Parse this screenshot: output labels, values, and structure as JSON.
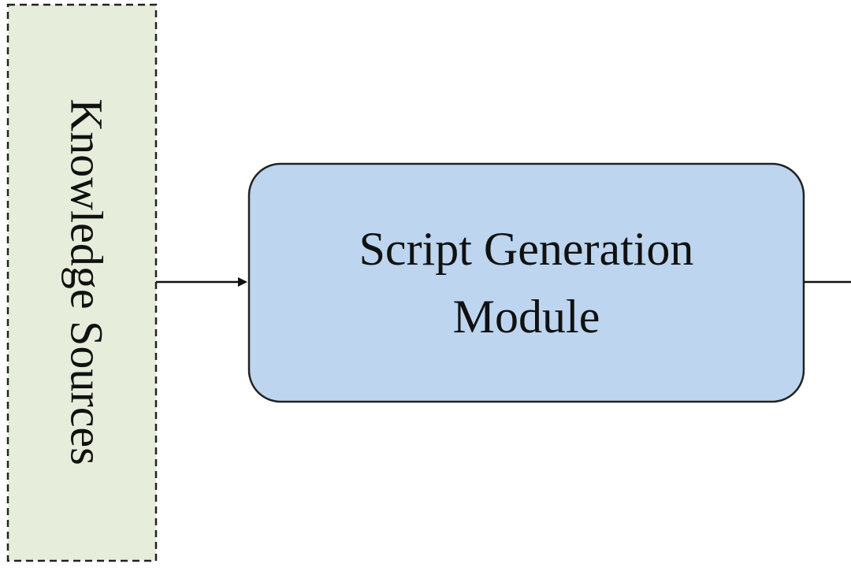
{
  "diagram": {
    "knowledge_node": {
      "label": "Knowledge Sources",
      "fill": "#e6eedb",
      "stroke": "#222222"
    },
    "script_node": {
      "label_line1": "Script Generation",
      "label_line2": "Module",
      "fill": "#bdd5ee",
      "stroke": "#222222"
    },
    "edge_color": "#111111"
  }
}
